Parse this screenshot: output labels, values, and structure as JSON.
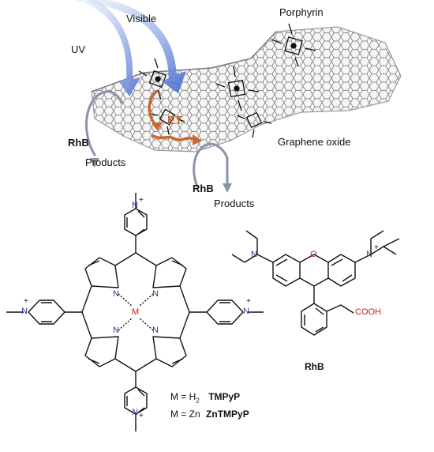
{
  "scheme_labels": {
    "visible": "Visible",
    "uv": "UV",
    "porphyrin": "Porphyrin",
    "et": "ET",
    "graphene_oxide": "Graphene oxide",
    "rhb_left": "RhB",
    "products_left": "Products",
    "rhb_center": "RhB",
    "products_center": "Products"
  },
  "porphyrin_structure": {
    "atom_n": "N",
    "atom_n_plus": "N",
    "plus_sign": "+",
    "metal": "M",
    "def_h2_prefix": "M = H",
    "def_h2_sub": "2",
    "def_h2_name": "TMPyP",
    "def_zn_prefix": "M = Zn",
    "def_zn_name": "ZnTMPyP"
  },
  "rhb_structure": {
    "atom_n": "N",
    "atom_o": "O",
    "cooh": "COOH",
    "plus_sign": "+",
    "name": "RhB"
  },
  "colors": {
    "arrow_light": "#5b7bd6",
    "et_arrow": "#c8682e",
    "cycle_arrow": "#8a93a8",
    "graphene": "#9a9a9a",
    "heteroatom": "#2a3b9a",
    "metal_red": "#c41d1d"
  }
}
